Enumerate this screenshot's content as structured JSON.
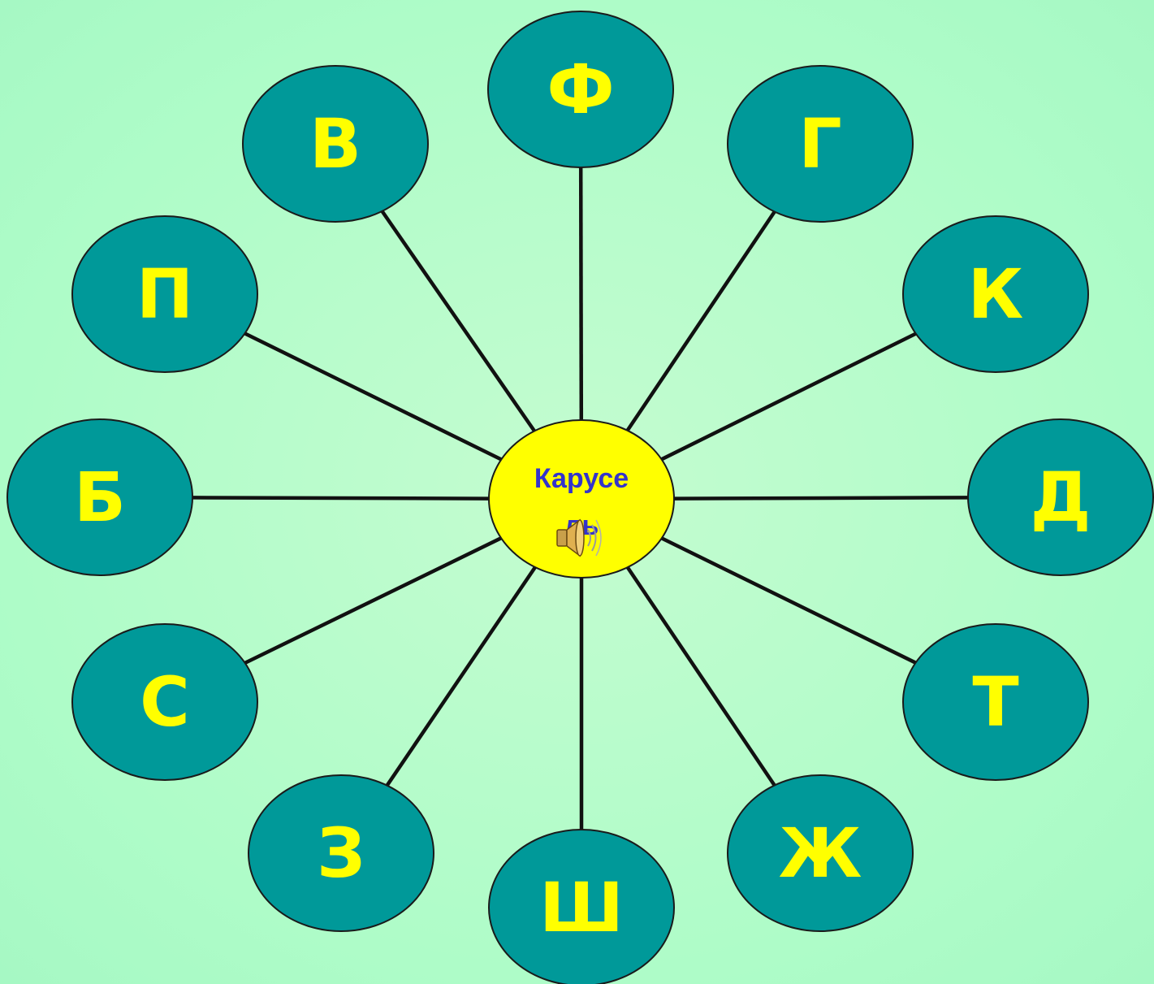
{
  "colors": {
    "node_fill": "#009999",
    "node_text": "#ffff00",
    "node_stroke": "#1a1a1a",
    "connector": "#111111",
    "hub_fill": "#ffff00",
    "hub_text": "#3333cc"
  },
  "hub": {
    "label": "Карусе",
    "label_overflow": "ль",
    "icon": "speaker-icon"
  },
  "nodes": [
    {
      "id": "f",
      "letter": "Ф"
    },
    {
      "id": "g",
      "letter": "Г"
    },
    {
      "id": "k",
      "letter": "К"
    },
    {
      "id": "d",
      "letter": "Д"
    },
    {
      "id": "t",
      "letter": "Т"
    },
    {
      "id": "zh",
      "letter": "Ж"
    },
    {
      "id": "sh",
      "letter": "Ш"
    },
    {
      "id": "z",
      "letter": "З"
    },
    {
      "id": "s",
      "letter": "С"
    },
    {
      "id": "b",
      "letter": "Б"
    },
    {
      "id": "p",
      "letter": "П"
    },
    {
      "id": "v",
      "letter": "В"
    }
  ]
}
